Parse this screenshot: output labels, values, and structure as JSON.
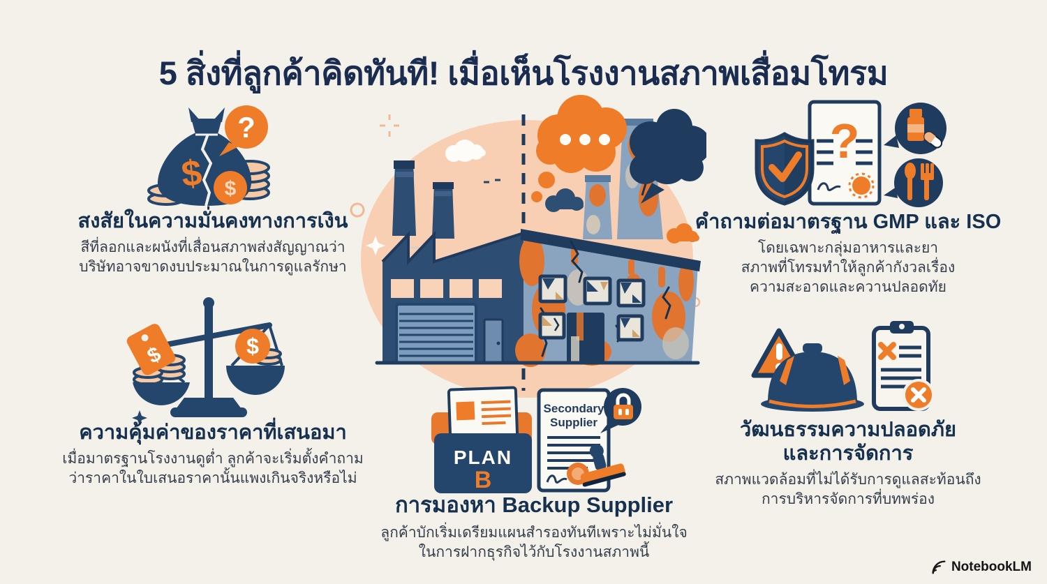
{
  "title": "5 สิ่งที่ลูกค้าคิดทันที! เมื่อเห็นโรงงานสภาพเสื่อมโทรม",
  "sections": {
    "financial": {
      "heading": "สงสัยในความมั่นคงทางการเงิน",
      "description": "สีที่ลอกและผนังที่เสื่อนสภาพส่งสัญญาณว่า\nบริษัทอาจขาดงบประมาณในการดูแลรักษา"
    },
    "pricing": {
      "heading": "ความคุ้มค่าของราคาที่เสนอมา",
      "description": "เมื่อมาตรฐานโรงงานดูต่ำ ลูกค้าจะเริ่มตั้งคำถาม\nว่าราคาในใบเสนอราคานั้นแพงเกินจริงหรือไม่"
    },
    "gmp": {
      "heading": "คำถามต่อมาตรฐาน GMP และ ISO",
      "description": "โดยเฉพาะกลุ่มอาหารและยา\nสภาพที่โทรมทำให้ลูกค้ากังวลเรื่อง\nความสะอาดและควานปลอดทัย"
    },
    "safety": {
      "heading": "วัฒนธรรมความปลอดภัย\nและการจัดการ",
      "description": "สภาพแวดล้อมที่ไม่ได้รับการดูแลสะท้อนถึง\nการบริหารจัดการที่บทพร่อง"
    },
    "backup": {
      "heading": "การมองหา Backup Supplier",
      "description": "ลูกค้าบักเริ่มเดรียมแผนสำรองทันทีเพราะไม่มั่นใจ\nในการฝากธุรกิจไว้กับโรงงานสภาพนี้"
    }
  },
  "plan_b_folder": {
    "line1": "PLAN",
    "line2": "B"
  },
  "secondary_supplier_doc": {
    "line1": "Secondary",
    "line2": "Supplier"
  },
  "glyphs": {
    "dollar": "$",
    "question": "?"
  },
  "footer": {
    "brand": "NotebookLM"
  },
  "icons": {
    "financial": "cracked-money-bag-question-bubble-coins",
    "pricing": "unbalanced-scale-price-tag-coins",
    "gmp": "certificate-question-shield-check-medicine-cutlery",
    "safety": "warning-triangle-hard-hat-checklist",
    "backup": "plan-b-folder-contract-stamp-padlock",
    "center": "split-factory-clean-vs-deteriorated",
    "footer": "notebooklm-logo"
  },
  "colors": {
    "background": "#f3f1ea",
    "navy": "#24466c",
    "dark_navy": "#1a2c50",
    "orange": "#ef7c29",
    "peach": "#f8cfb2",
    "text": "#333e4b"
  }
}
